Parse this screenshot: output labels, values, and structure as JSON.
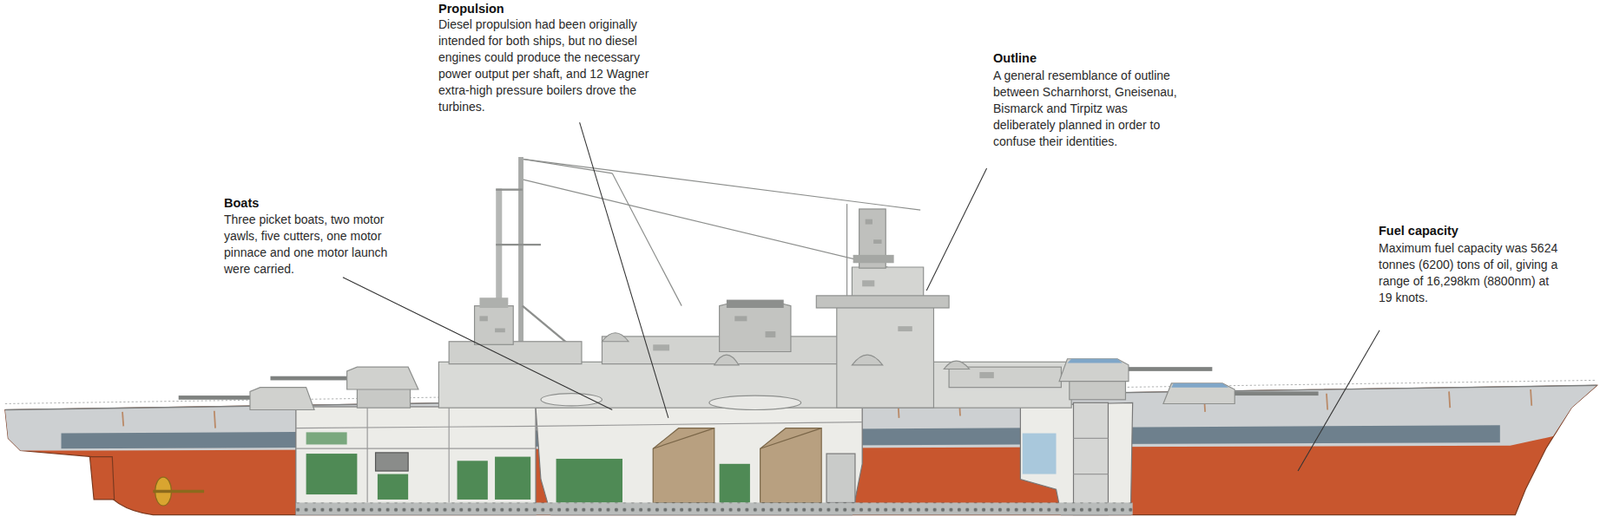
{
  "diagram": {
    "labels": [
      "Propulsion",
      "Diesel propulsion had been originally intended for both ships, but no diesel engines could produce the necessary power output per shaft, and 12 Wagner extra-high pressure boilers drove the turbines.",
      "Boats",
      "Three picket boats, two motor yawls, five cutters, one motor pinnace and one motor launch were carried.",
      "Outline",
      "A general resemblance of outline between Scharnhorst, Gneisenau, Bismarck and Tirpitz was deliberately planned in order to confuse their identities.",
      "Fuel capacity",
      "Maximum fuel capacity was 5624 tonnes (6200) tons of oil, giving a range of 16,298km (8800nm) at 19 knots."
    ]
  }
}
